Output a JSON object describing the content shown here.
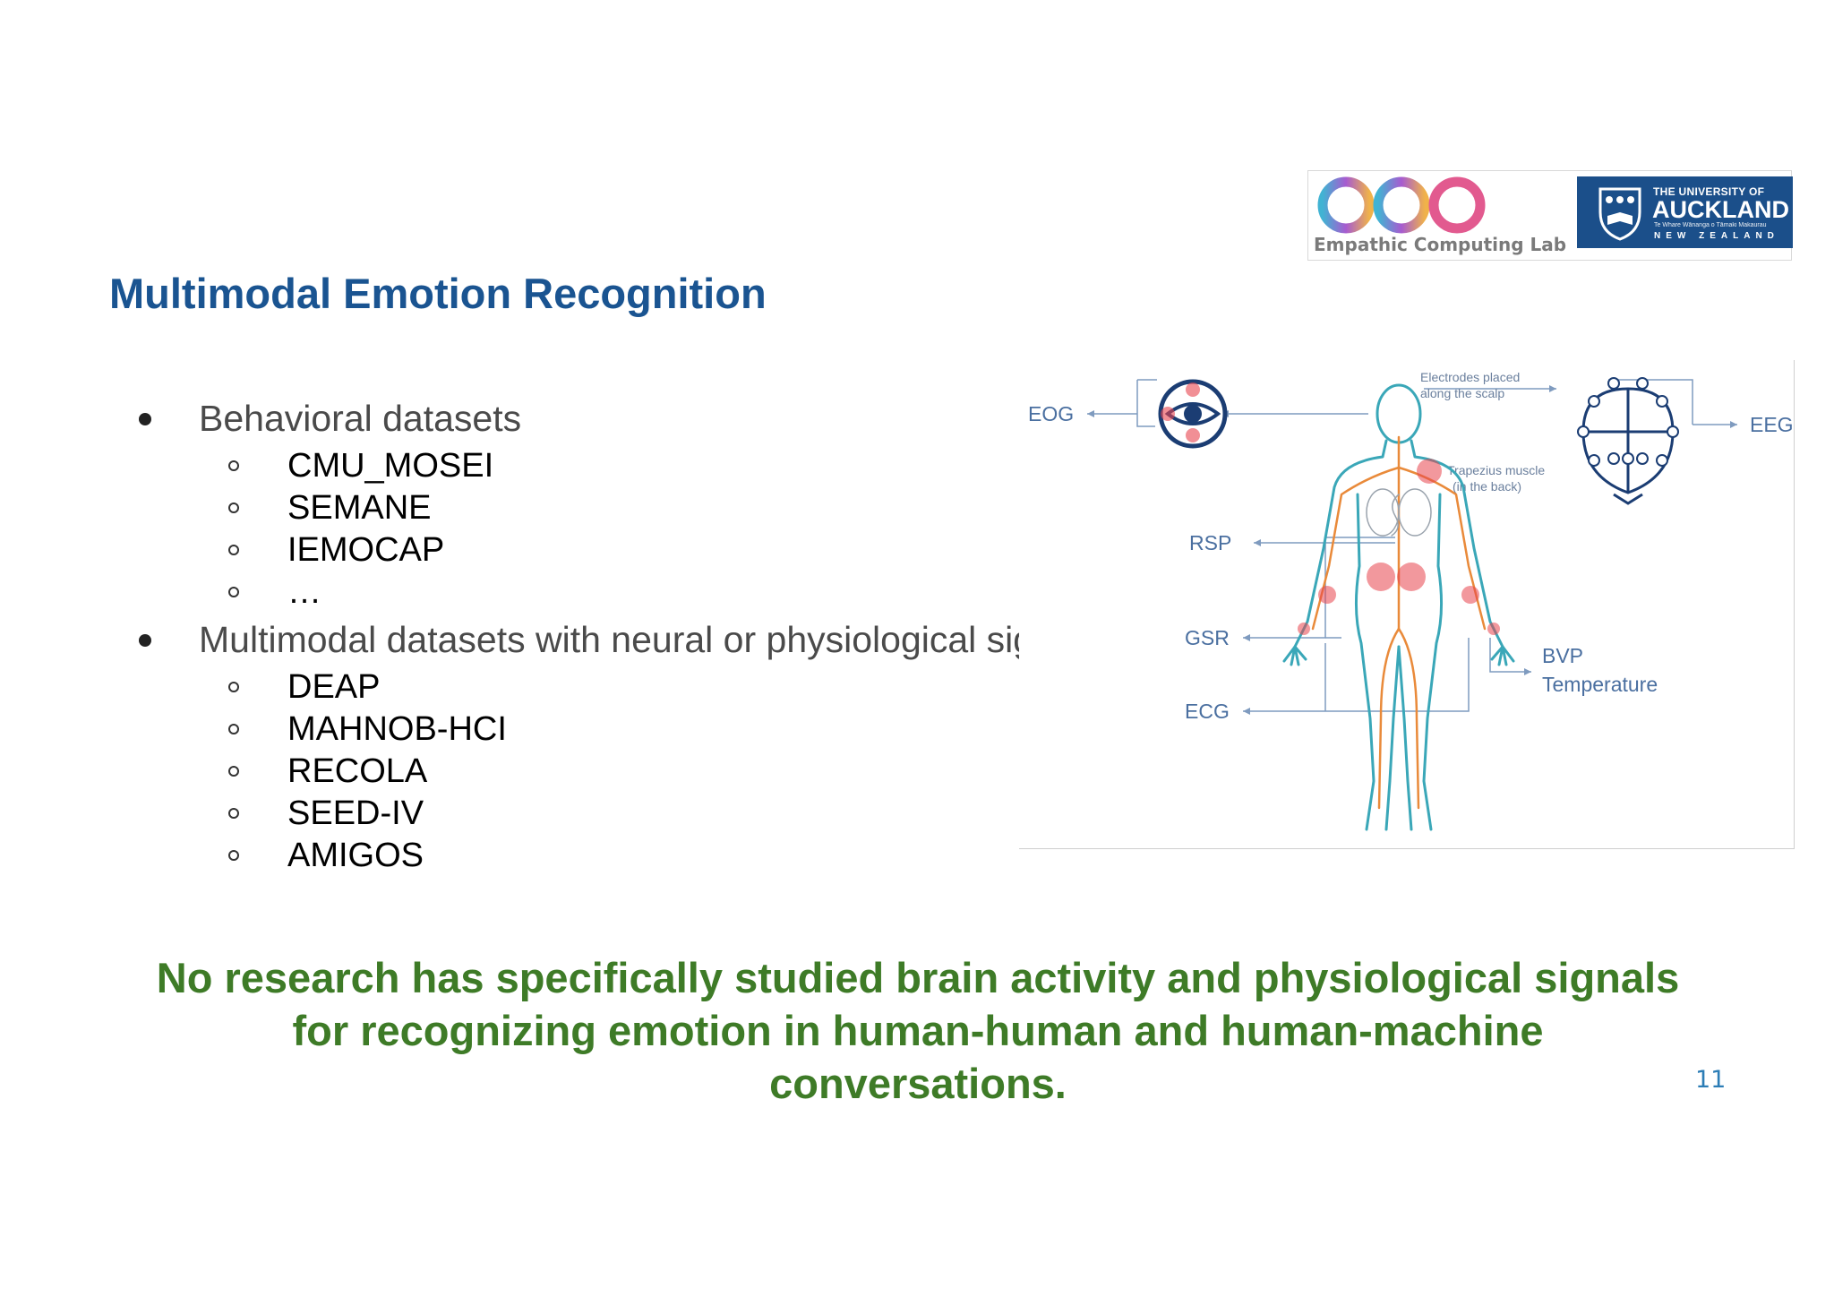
{
  "logos": {
    "lab_name": "Empathic Computing Lab",
    "university": {
      "top_line": "THE UNIVERSITY OF",
      "name": "AUCKLAND",
      "motto": "Te Whare Wānanga o Tāmaki Makaurau",
      "country": "NEW ZEALAND"
    }
  },
  "title": "Multimodal Emotion Recognition",
  "bullets": [
    {
      "label": "Behavioral datasets",
      "items": [
        "CMU_MOSEI",
        "SEMANE",
        "IEMOCAP",
        "…"
      ]
    },
    {
      "label": "Multimodal datasets with neural or physiological signals",
      "items": [
        "DEAP",
        "MAHNOB-HCI",
        "RECOLA",
        "SEED-IV",
        "AMIGOS"
      ]
    }
  ],
  "diagram": {
    "labels": {
      "eog": "EOG",
      "eeg": "EEG",
      "rsp": "RSP",
      "gsr": "GSR",
      "ecg": "ECG",
      "bvp": "BVP",
      "temperature": "Temperature",
      "electrodes_1": "Electrodes placed",
      "electrodes_2": "along the scalp",
      "trapezius_1": "Trapezius muscle",
      "trapezius_2": "(in the back)"
    },
    "colors": {
      "label": "#4a6fa0",
      "body_outline": "#3aa7b8",
      "nerves": "#e98a3a",
      "sensor": "#e8454e",
      "eye_ring": "#1b3d73"
    }
  },
  "conclusion": {
    "line1": "No research has specifically studied brain activity and physiological signals",
    "line2": "for recognizing emotion in human-human and human-machine",
    "line3": "conversations."
  },
  "page_number": "11"
}
